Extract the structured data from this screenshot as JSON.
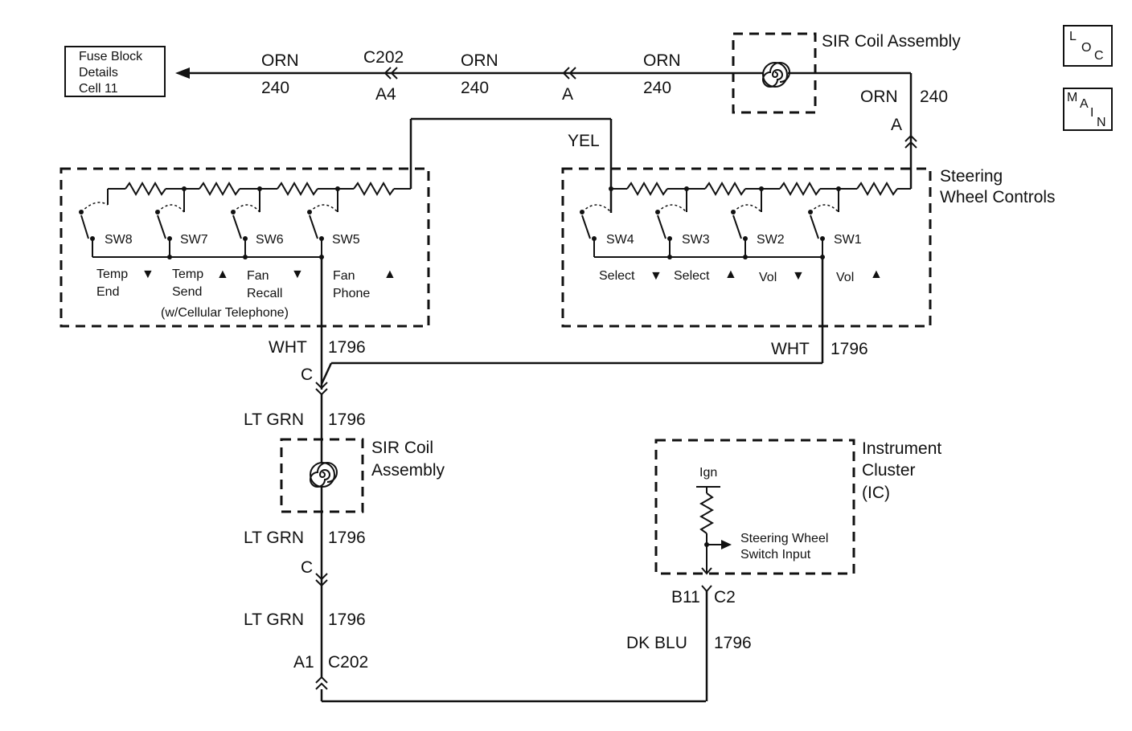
{
  "corner_buttons": {
    "loc": [
      "L",
      "O",
      "C"
    ],
    "main": [
      "M",
      "A",
      "I",
      "N"
    ]
  },
  "fuse_block": [
    "Fuse Block",
    "Details",
    "Cell 11"
  ],
  "top_wire": {
    "seg1_color": "ORN",
    "seg1_circuit": "240",
    "c202": "C202",
    "c202_pin": "A4",
    "seg2_color": "ORN",
    "seg2_circuit": "240",
    "splice_a": "A",
    "seg3_color": "ORN",
    "seg3_circuit": "240"
  },
  "sir_coil_top": {
    "label": "SIR Coil Assembly"
  },
  "right_feed": {
    "color": "ORN",
    "circuit": "240",
    "pin": "A"
  },
  "yel_wire": "YEL",
  "swc": {
    "label_line1": "Steering",
    "label_line2": "Wheel Controls"
  },
  "left_switches": {
    "switches": [
      "SW8",
      "SW7",
      "SW6",
      "SW5"
    ],
    "functions": [
      {
        "line1": "Temp",
        "line2": "End",
        "arrow": "▼"
      },
      {
        "line1": "Temp",
        "line2": "Send",
        "arrow": "▲"
      },
      {
        "line1": "Fan",
        "line2": "Recall",
        "arrow": "▼"
      },
      {
        "line1": "Fan",
        "line2": "Phone",
        "arrow": "▲"
      }
    ],
    "note": "(w/Cellular Telephone)"
  },
  "right_switches": {
    "switches": [
      "SW4",
      "SW3",
      "SW2",
      "SW1"
    ],
    "functions": [
      {
        "label": "Select",
        "arrow": "▼"
      },
      {
        "label": "Select",
        "arrow": "▲"
      },
      {
        "label": "Vol",
        "arrow": "▼"
      },
      {
        "label": "Vol",
        "arrow": "▲"
      }
    ]
  },
  "wht_left": {
    "color": "WHT",
    "circuit": "1796"
  },
  "wht_right": {
    "color": "WHT",
    "circuit": "1796"
  },
  "splice_c_top": "C",
  "ltgrn1": {
    "color": "LT GRN",
    "circuit": "1796"
  },
  "sir_coil_bottom": {
    "line1": "SIR Coil",
    "line2": "Assembly"
  },
  "ltgrn2": {
    "color": "LT GRN",
    "circuit": "1796"
  },
  "splice_c_bottom": "C",
  "ltgrn3": {
    "color": "LT GRN",
    "circuit": "1796"
  },
  "c202_bottom": {
    "pin": "A1",
    "connector": "C202"
  },
  "ic": {
    "label_line1": "Instrument",
    "label_line2": "Cluster",
    "label_line3": "(IC)",
    "ign": "Ign",
    "input_line1": "Steering Wheel",
    "input_line2": "Switch Input",
    "pin": "B11",
    "connector": "C2"
  },
  "dkblu": {
    "color": "DK BLU",
    "circuit": "1796"
  }
}
